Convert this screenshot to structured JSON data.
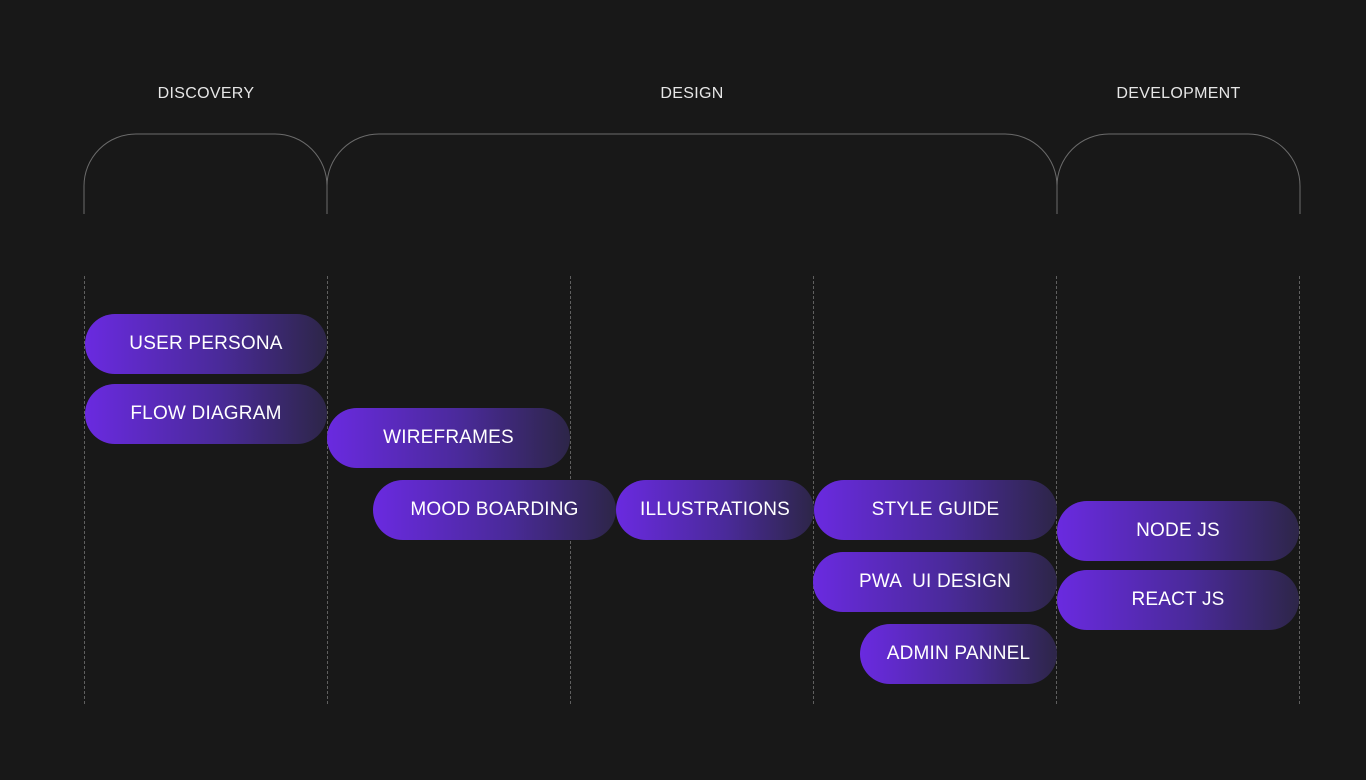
{
  "phases": {
    "discovery": "DISCOVERY",
    "design": "DESIGN",
    "development": "DEVELOPMENT"
  },
  "tasks": {
    "user_persona": "USER PERSONA",
    "flow_diagram": "FLOW DIAGRAM",
    "wireframes": "WIREFRAMES",
    "mood_boarding": "MOOD BOARDING",
    "illustrations": "ILLUSTRATIONS",
    "style_guide": "STYLE GUIDE",
    "pwa_ui_design": "PWA  UI DESIGN",
    "admin_pannel": "ADMIN PANNEL",
    "node_js": "NODE JS",
    "react_js": "REACT JS"
  },
  "colors": {
    "background": "#181818",
    "pill_start": "#6a2ae0",
    "pill_end": "#2d2648",
    "label": "#e6e6e6",
    "bracket": "#6b6b6b",
    "grid_line": "#5f5f5f"
  }
}
